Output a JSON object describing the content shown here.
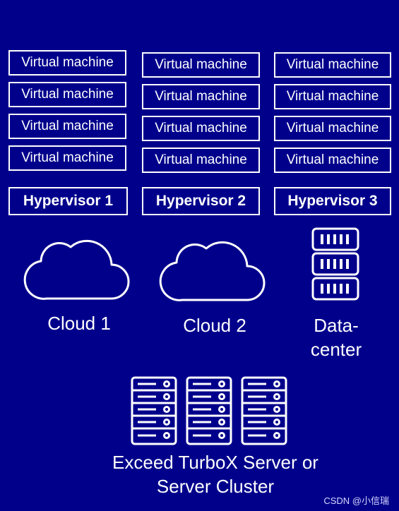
{
  "diagram": {
    "columns": [
      {
        "vms": [
          "Virtual machine",
          "Virtual machine",
          "Virtual machine",
          "Virtual machine"
        ],
        "hypervisor": "Hypervisor 1",
        "target_label": "Cloud 1",
        "target_icon": "cloud-icon"
      },
      {
        "vms": [
          "Virtual machine",
          "Virtual machine",
          "Virtual machine",
          "Virtual machine"
        ],
        "hypervisor": "Hypervisor 2",
        "target_label": "Cloud 2",
        "target_icon": "cloud-icon"
      },
      {
        "vms": [
          "Virtual machine",
          "Virtual machine",
          "Virtual machine",
          "Virtual machine"
        ],
        "hypervisor": "Hypervisor 3",
        "target_label_line1": "Data-",
        "target_label_line2": "center",
        "target_icon": "server-rack-icon"
      }
    ],
    "server": {
      "label_line1": "Exceed TurboX Server or",
      "label_line2": "Server Cluster",
      "icon": "server-tower-icon",
      "icon_count": 3
    }
  },
  "watermark": "CSDN @小信瑞",
  "colors": {
    "background": "#00008b",
    "foreground": "#ffffff"
  }
}
